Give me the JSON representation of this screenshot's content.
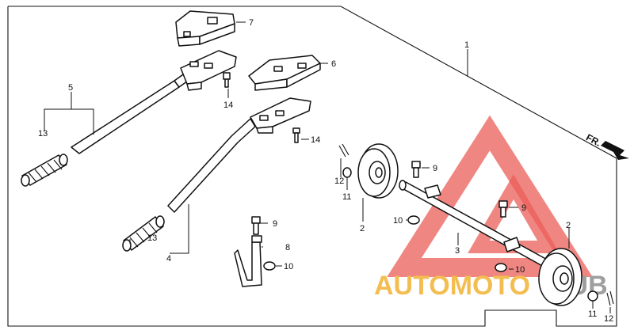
{
  "colors": {
    "line": "#111111",
    "watermark_red": "#e8413c",
    "watermark_yellow": "#f2b233"
  },
  "direction_label": "FR.",
  "watermark": {
    "part1": "AUTOMOTO",
    "part2": "HUB"
  },
  "callouts": {
    "c1": "1",
    "c2_left": "2",
    "c2_right": "2",
    "c3": "3",
    "c4": "4",
    "c5": "5",
    "c6": "6",
    "c7": "7",
    "c8": "8",
    "c9_top": "9",
    "c9_mid": "9",
    "c9_low": "9",
    "c10_mid": "10",
    "c10_low": "10",
    "c10_right": "10",
    "c11_left": "11",
    "c11_right": "11",
    "c12_left": "12",
    "c12_right": "12",
    "c13_top": "13",
    "c13_low": "13",
    "c14_top": "14",
    "c14_low": "14"
  }
}
